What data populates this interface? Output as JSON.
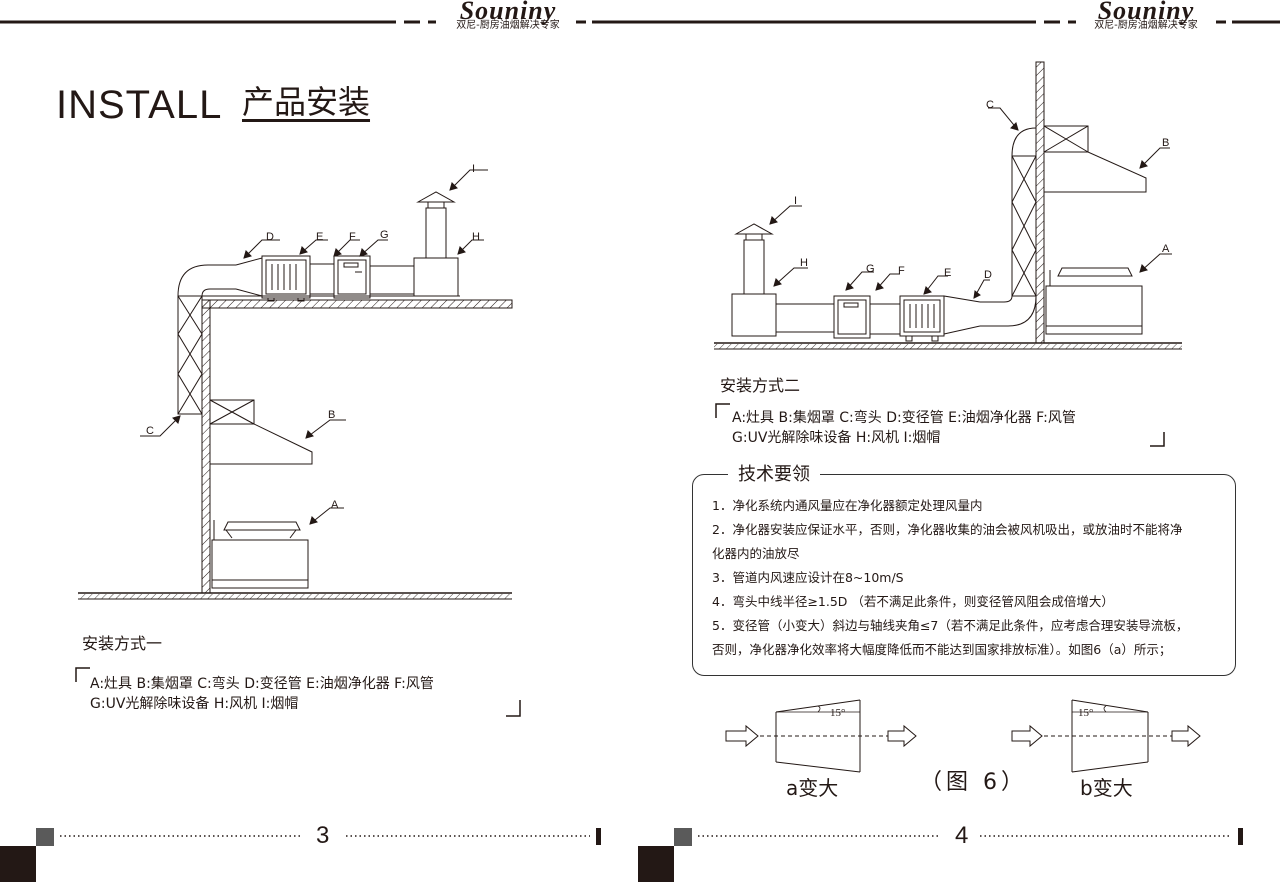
{
  "header": {
    "left": {
      "logo": "Souniny",
      "tagline": "双尼-厨房油烟解决专家"
    },
    "right": {
      "logo": "Souniny",
      "tagline": "双尼-厨房油烟解决专家"
    }
  },
  "left_page": {
    "title_en": "INSTALL",
    "title_cn": "产品安装",
    "diagram_labels": [
      "A",
      "B",
      "C",
      "D",
      "E",
      "F",
      "G",
      "H",
      "I"
    ],
    "method_title": "安装方式一",
    "legend_line1": "A:灶具  B:集烟罩   C:弯头   D:变径管    E:油烟净化器   F:风管",
    "legend_line2": "G:UV光解除味设备    H:风机     I:烟帽",
    "page_number": "3"
  },
  "right_page": {
    "diagram_labels": [
      "A",
      "B",
      "C",
      "D",
      "E",
      "F",
      "G",
      "H",
      "I"
    ],
    "method_title": "安装方式二",
    "legend_line1": "A:灶具  B:集烟罩   C:弯头   D:变径管    E:油烟净化器   F:风管",
    "legend_line2": "G:UV光解除味设备    H:风机     I:烟帽",
    "tech": {
      "title": "技术要领",
      "items": [
        "1．净化系统内通风量应在净化器额定处理风量内",
        "2．净化器安装应保证水平，否则，净化器收集的油会被风机吸出，或放油时不能将净",
        "化器内的油放尽",
        "3．管道内风速应设计在8~10m/S",
        "4．弯头中线半径≥1.5D （若不满足此条件，则变径管风阻会成倍增大）",
        "5．变径管（小变大）斜边与轴线夹角≤7（若不满足此条件，应考虑合理安装导流板，",
        "否则，净化器净化效率将大幅度降低而不能达到国家排放标准）。如图6（a）所示；"
      ]
    },
    "figure": {
      "angle_a": "15°",
      "angle_b": "15°",
      "label_a": "a变大",
      "label_b": "b变大",
      "caption": "（图 6）"
    },
    "page_number": "4"
  },
  "colors": {
    "ink": "#231815",
    "dark_square": "#231815",
    "grey_square": "#5a5a5a"
  }
}
